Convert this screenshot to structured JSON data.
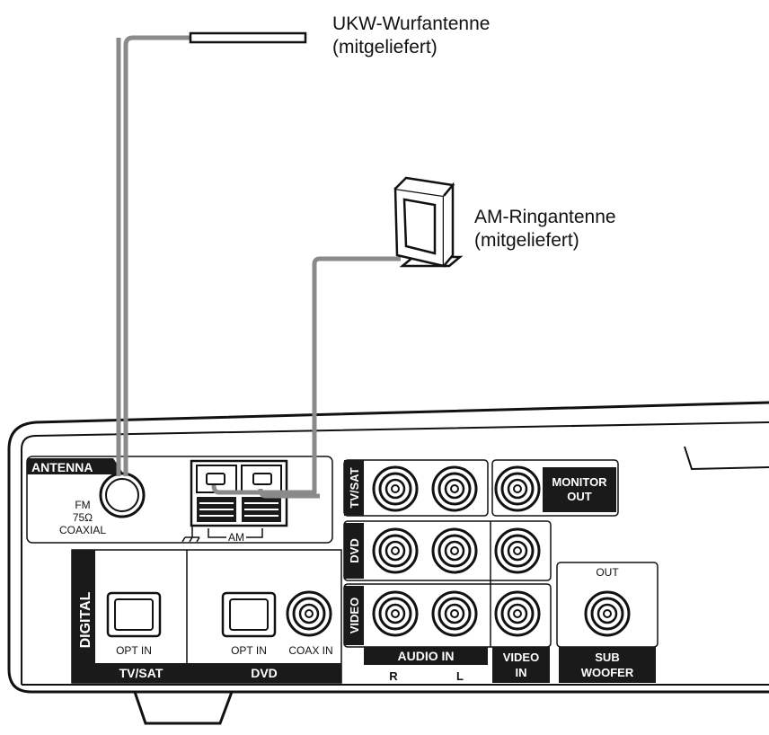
{
  "callouts": {
    "fm_antenna": {
      "name": "UKW-Wurfantenne",
      "note": "(mitgeliefert)"
    },
    "am_antenna": {
      "name": "AM-Ringantenne",
      "note": "(mitgeliefert)"
    }
  },
  "panel": {
    "antenna": {
      "title": "ANTENNA",
      "fm_label": "FM",
      "impedance": "75Ω",
      "coaxial": "COAXIAL",
      "am_label": "AM"
    },
    "tv_sat": "TV/SAT",
    "dvd": "DVD",
    "video": "VIDEO",
    "monitor_out": {
      "line1": "MONITOR",
      "line2": "OUT"
    },
    "audio_in": "AUDIO IN",
    "audio_r": "R",
    "audio_l": "L",
    "video_in": {
      "line1": "VIDEO",
      "line2": "IN"
    },
    "subwoofer": {
      "out": "OUT",
      "line1": "SUB",
      "line2": "WOOFER"
    },
    "digital": {
      "title": "DIGITAL",
      "tvsat_opt": "OPT IN",
      "tvsat_name": "TV/SAT",
      "dvd_opt": "OPT IN",
      "dvd_coax": "COAX IN",
      "dvd_name": "DVD"
    }
  },
  "colors": {
    "cable": "#8a8a8a",
    "ink": "#111111",
    "label_bg": "#1a1a1a"
  }
}
